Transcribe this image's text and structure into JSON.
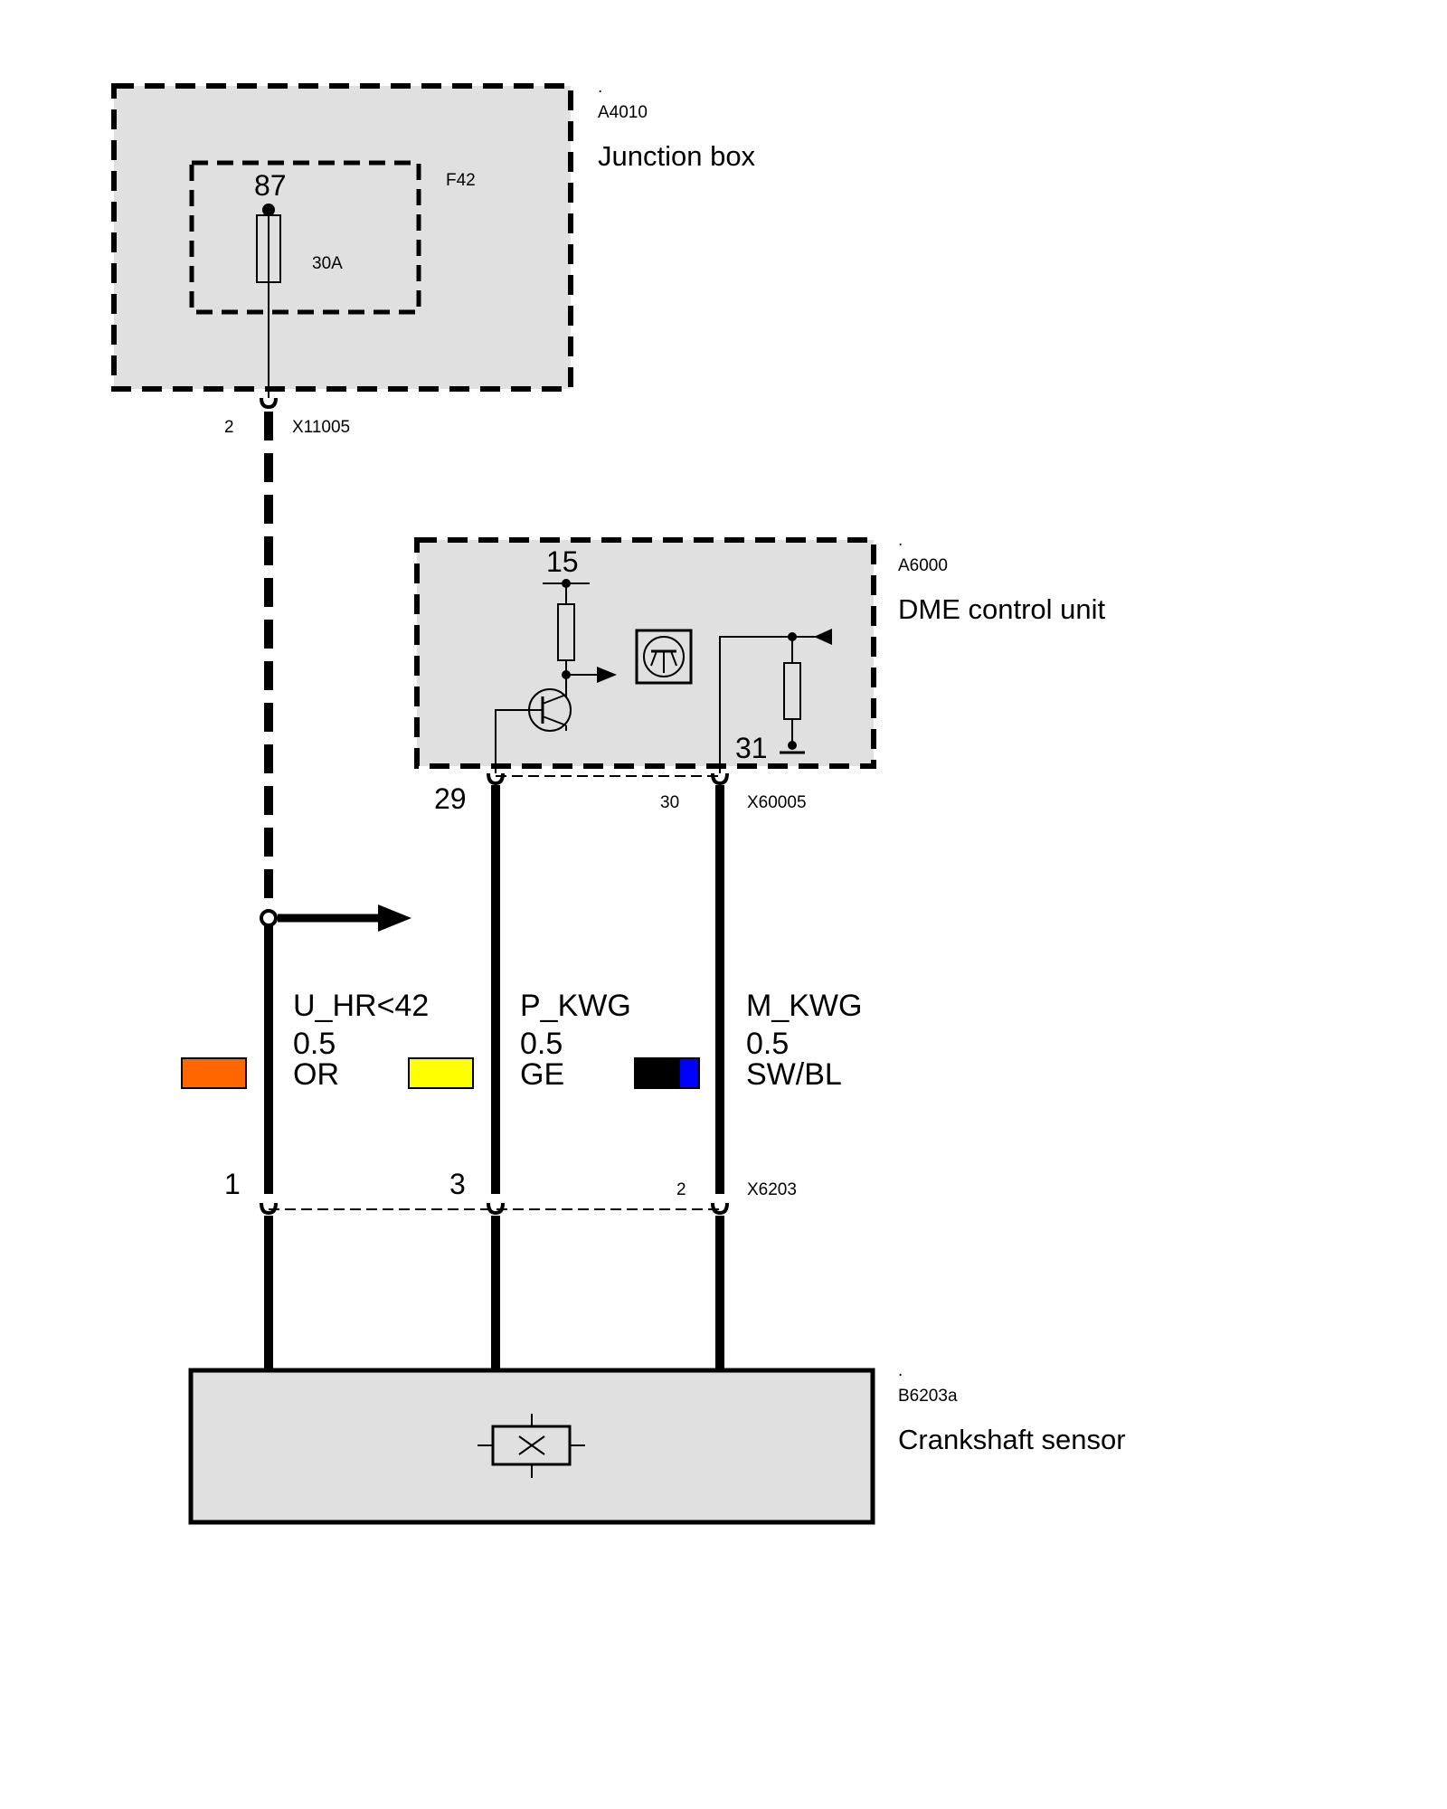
{
  "components": {
    "junction_box": {
      "dot": ".",
      "id": "A4010",
      "name": "Junction box"
    },
    "fuse": {
      "id": "F42",
      "terminal": "87",
      "rating": "30A"
    },
    "dme": {
      "dot": ".",
      "id": "A6000",
      "name": "DME control unit",
      "terminal_15": "15",
      "terminal_31": "31"
    },
    "sensor": {
      "dot": ".",
      "id": "B6203a",
      "name": "Crankshaft sensor"
    }
  },
  "connectors": {
    "x11005": {
      "id": "X11005",
      "pin": "2"
    },
    "x60005": {
      "id": "X60005",
      "pin_29": "29",
      "pin_30": "30"
    },
    "x6203": {
      "id": "X6203",
      "pin_1": "1",
      "pin_3": "3",
      "pin_2": "2"
    }
  },
  "wires": [
    {
      "signal": "U_HR<42",
      "gauge": "0.5",
      "color_code": "OR",
      "swatch": [
        "#ff6600"
      ]
    },
    {
      "signal": "P_KWG",
      "gauge": "0.5",
      "color_code": "GE",
      "swatch": [
        "#ffff00"
      ]
    },
    {
      "signal": "M_KWG",
      "gauge": "0.5",
      "color_code": "SW/BL",
      "swatch": [
        "#000000",
        "#0000ff"
      ]
    }
  ],
  "colors": {
    "box_fill": "#e0e0e0",
    "line": "#000000"
  }
}
